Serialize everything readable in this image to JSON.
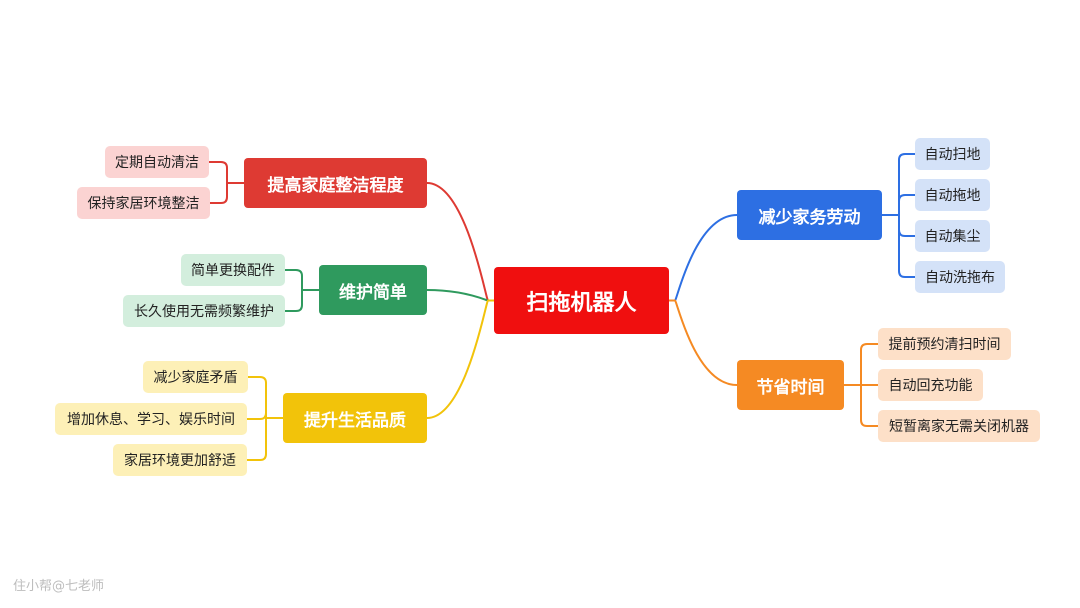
{
  "root": {
    "label": "扫拖机器人",
    "color": "#f00f0f"
  },
  "branches": [
    {
      "label": "提高家庭整洁程度",
      "color": "#de3a33",
      "leaf_bg": "#fbd3d2",
      "leaves": [
        "定期自动清洁",
        "保持家居环境整洁"
      ]
    },
    {
      "label": "维护简单",
      "color": "#2f9a5e",
      "leaf_bg": "#d3eedd",
      "leaves": [
        "简单更换配件",
        "长久使用无需频繁维护"
      ]
    },
    {
      "label": "提升生活品质",
      "color": "#f2c30a",
      "leaf_bg": "#fdf0b7",
      "leaves": [
        "减少家庭矛盾",
        "增加休息、学习、娱乐时间",
        "家居环境更加舒适"
      ]
    },
    {
      "label": "减少家务劳动",
      "color": "#2d6fe3",
      "leaf_bg": "#d4e2f8",
      "leaves": [
        "自动扫地",
        "自动拖地",
        "自动集尘",
        "自动洗拖布"
      ]
    },
    {
      "label": "节省时间",
      "color": "#f58a23",
      "leaf_bg": "#fde0c8",
      "leaves": [
        "提前预约清扫时间",
        "自动回充功能",
        "短暂离家无需关闭机器"
      ]
    }
  ],
  "watermark": "住小帮@七老师"
}
